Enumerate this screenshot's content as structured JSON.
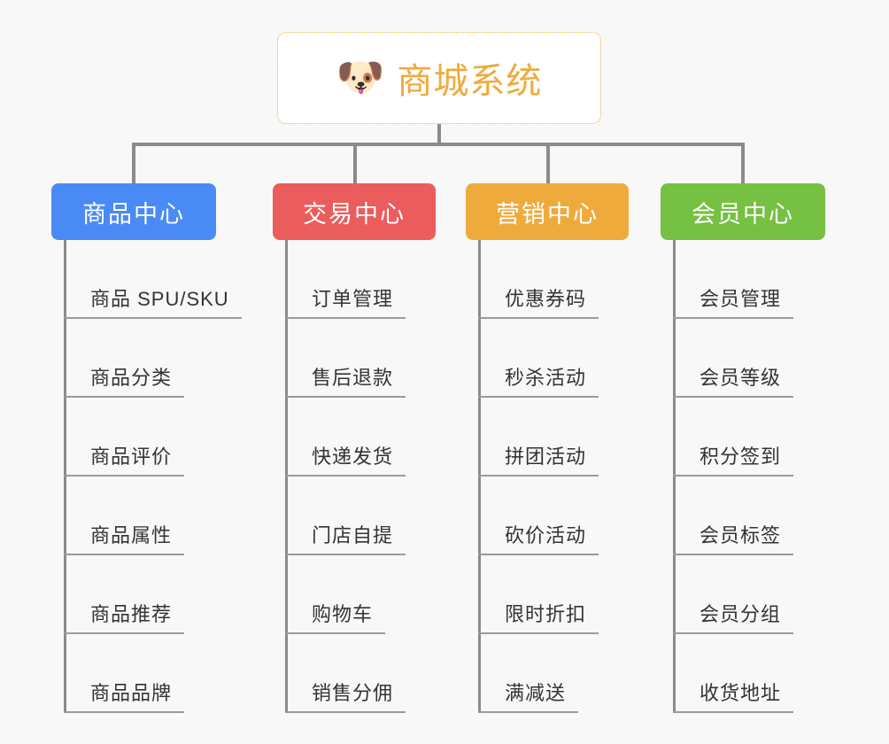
{
  "canvas": {
    "background": "#f8f8f8",
    "line_color": "#8b8b8b",
    "leaf_text_color": "#333333"
  },
  "root": {
    "icon": "shiba-dog-face-emoji",
    "emoji": "🐶",
    "title": "商城系统",
    "title_color": "#eeab3c",
    "border_color": "#eeab3c",
    "background": "#ffffff"
  },
  "branches": [
    {
      "id": "product-center",
      "label": "商品中心",
      "color": "#4a8af4",
      "items": [
        "商品 SPU/SKU",
        "商品分类",
        "商品评价",
        "商品属性",
        "商品推荐",
        "商品品牌"
      ]
    },
    {
      "id": "trade-center",
      "label": "交易中心",
      "color": "#eb5c5c",
      "items": [
        "订单管理",
        "售后退款",
        "快递发货",
        "门店自提",
        "购物车",
        "销售分佣"
      ]
    },
    {
      "id": "marketing-center",
      "label": "营销中心",
      "color": "#eeab3c",
      "items": [
        "优惠券码",
        "秒杀活动",
        "拼团活动",
        "砍价活动",
        "限时折扣",
        "满减送"
      ]
    },
    {
      "id": "member-center",
      "label": "会员中心",
      "color": "#76c043",
      "items": [
        "会员管理",
        "会员等级",
        "积分签到",
        "会员标签",
        "会员分组",
        "收货地址"
      ]
    }
  ]
}
